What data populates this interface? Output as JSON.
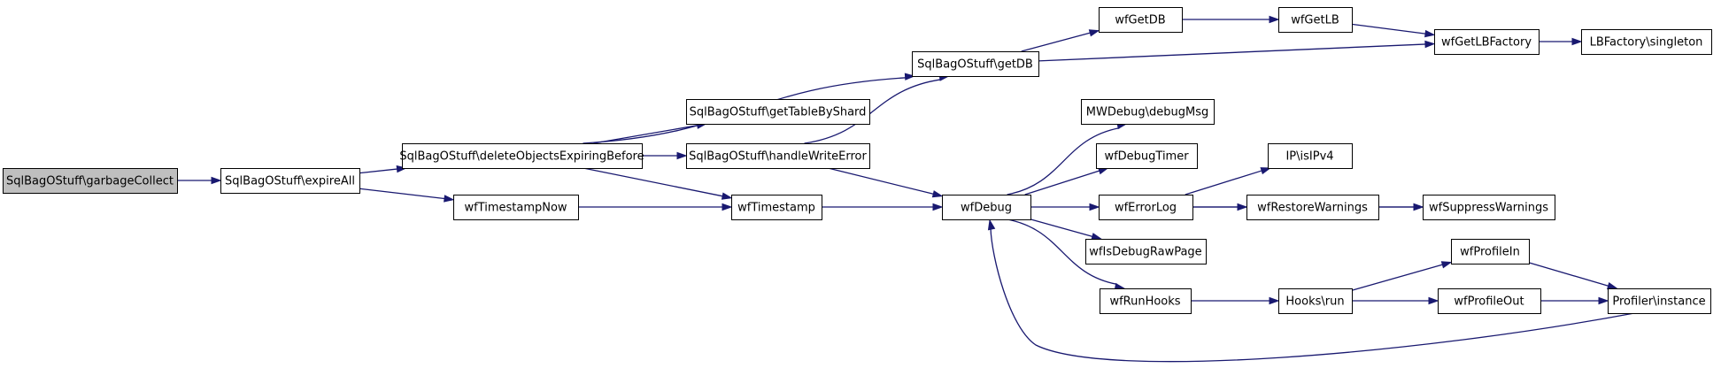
{
  "graph": {
    "edge_color": "#191970",
    "node_fill": "#ffffff",
    "root_fill": "#bfbfbf",
    "nodes": [
      {
        "id": "n0",
        "label": "SqlBagOStuff\\garbageCollect",
        "root": true
      },
      {
        "id": "n1",
        "label": "SqlBagOStuff\\expireAll"
      },
      {
        "id": "n2",
        "label": "SqlBagOStuff\\deleteObjectsExpiringBefore"
      },
      {
        "id": "n3",
        "label": "wfTimestampNow"
      },
      {
        "id": "n4",
        "label": "SqlBagOStuff\\getDB"
      },
      {
        "id": "n5",
        "label": "SqlBagOStuff\\getTableByShard"
      },
      {
        "id": "n6",
        "label": "SqlBagOStuff\\handleWriteError"
      },
      {
        "id": "n7",
        "label": "wfTimestamp"
      },
      {
        "id": "n8",
        "label": "wfDebug"
      },
      {
        "id": "n9",
        "label": "wfGetDB"
      },
      {
        "id": "n10",
        "label": "wfGetLB"
      },
      {
        "id": "n11",
        "label": "wfGetLBFactory"
      },
      {
        "id": "n12",
        "label": "LBFactory\\singleton"
      },
      {
        "id": "n13",
        "label": "MWDebug\\debugMsg"
      },
      {
        "id": "n14",
        "label": "wfDebugTimer"
      },
      {
        "id": "n15",
        "label": "wfErrorLog"
      },
      {
        "id": "n16",
        "label": "wfIsDebugRawPage"
      },
      {
        "id": "n17",
        "label": "wfRunHooks"
      },
      {
        "id": "n18",
        "label": "IP\\isIPv4"
      },
      {
        "id": "n19",
        "label": "wfRestoreWarnings"
      },
      {
        "id": "n20",
        "label": "wfSuppressWarnings"
      },
      {
        "id": "n21",
        "label": "Hooks\\run"
      },
      {
        "id": "n22",
        "label": "wfProfileIn"
      },
      {
        "id": "n23",
        "label": "wfProfileOut"
      },
      {
        "id": "n24",
        "label": "Profiler\\instance"
      }
    ],
    "edges": [
      [
        "n0",
        "n1"
      ],
      [
        "n1",
        "n2"
      ],
      [
        "n1",
        "n3"
      ],
      [
        "n2",
        "n4"
      ],
      [
        "n2",
        "n5"
      ],
      [
        "n2",
        "n6"
      ],
      [
        "n2",
        "n7"
      ],
      [
        "n3",
        "n7"
      ],
      [
        "n4",
        "n9"
      ],
      [
        "n4",
        "n11"
      ],
      [
        "n6",
        "n4"
      ],
      [
        "n6",
        "n8"
      ],
      [
        "n7",
        "n8"
      ],
      [
        "n8",
        "n13"
      ],
      [
        "n8",
        "n14"
      ],
      [
        "n8",
        "n15"
      ],
      [
        "n8",
        "n16"
      ],
      [
        "n8",
        "n17"
      ],
      [
        "n9",
        "n10"
      ],
      [
        "n10",
        "n11"
      ],
      [
        "n11",
        "n12"
      ],
      [
        "n15",
        "n18"
      ],
      [
        "n15",
        "n19"
      ],
      [
        "n15",
        "n20"
      ],
      [
        "n19",
        "n20"
      ],
      [
        "n17",
        "n21"
      ],
      [
        "n21",
        "n22"
      ],
      [
        "n21",
        "n23"
      ],
      [
        "n22",
        "n24"
      ],
      [
        "n23",
        "n24"
      ],
      [
        "n24",
        "n8"
      ]
    ]
  }
}
